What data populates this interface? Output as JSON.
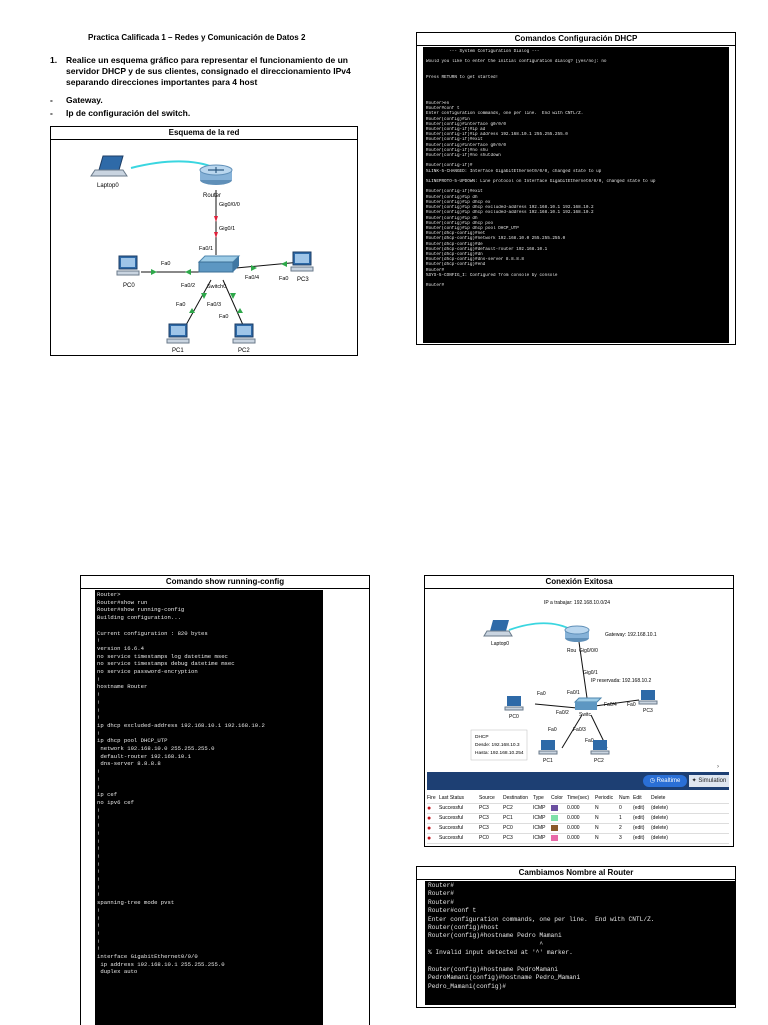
{
  "practice": {
    "title": "Practica Calificada 1 – Redes y Comunicación de Datos 2",
    "num": "1.",
    "q_lines": [
      "Realice un esquema gráfico para representar el funcionamiento de un",
      "servidor DHCP y de sus clientes, consignado el direccionamiento IPv4",
      "separando direcciones importantes para 4 host"
    ],
    "bullets": [
      "Gateway.",
      "Ip de configuración del switch."
    ],
    "dash": "-"
  },
  "panels": {
    "schema": "Esquema de la red",
    "dhcp": "Comandos Configuración DHCP",
    "running": "Comando show running-config",
    "success": "Conexión Exitosa",
    "rename": "Cambiamos Nombre al Router"
  },
  "network": {
    "laptop": "Laptop0",
    "router": "Router",
    "gig000": "Gig0/0/0",
    "gig01": "Gig0/1",
    "fa01": "Fa0/1",
    "fa02": "Fa0/2",
    "fa03": "Fa0/3",
    "fa04": "Fa0/4",
    "switch": "Switch0",
    "fa0": "Fa0",
    "pc0": "PC0",
    "pc1": "PC1",
    "pc2": "PC2",
    "pc3": "PC3"
  },
  "success_net": {
    "ip_label": "IP a trabajar: 192.168.10.0/24",
    "gateway": "Gateway: 192.168.10.1",
    "reserved": "IP reservada: 192.168.10.2",
    "dhcp": "DHCP",
    "from": "Desde: 192.168.10.3",
    "to": "Hasta: 192.168.10.254",
    "router_short": "Rou",
    "switch_short": "Switc",
    "realtime": "Realtime",
    "simulation": "Simulation",
    "headers": [
      "Fire",
      "Last Status",
      "Source",
      "Destination",
      "Type",
      "Color",
      "Time(sec)",
      "Periodic",
      "Num",
      "Edit",
      "Delete"
    ],
    "rows": [
      {
        "status": "Successful",
        "src": "PC3",
        "dst": "PC2",
        "type": "ICMP",
        "color": "#6b4fa0",
        "time": "0.000",
        "periodic": "N",
        "num": "0",
        "edit": "(edit)",
        "del": "(delete)"
      },
      {
        "status": "Successful",
        "src": "PC3",
        "dst": "PC1",
        "type": "ICMP",
        "color": "#7fe0a8",
        "time": "0.000",
        "periodic": "N",
        "num": "1",
        "edit": "(edit)",
        "del": "(delete)"
      },
      {
        "status": "Successful",
        "src": "PC3",
        "dst": "PC0",
        "type": "ICMP",
        "color": "#8a5a2a",
        "time": "0.000",
        "periodic": "N",
        "num": "2",
        "edit": "(edit)",
        "del": "(delete)"
      },
      {
        "status": "Successful",
        "src": "PC0",
        "dst": "PC3",
        "type": "ICMP",
        "color": "#e86aa8",
        "time": "0.000",
        "periodic": "N",
        "num": "3",
        "edit": "(edit)",
        "del": "(delete)"
      }
    ]
  },
  "terminal_dhcp": [
    "         --- System Configuration Dialog ---",
    "",
    "Would you like to enter the initial configuration dialog? [yes/no]: no",
    "",
    "",
    "Press RETURN to get started!",
    "",
    "",
    "",
    "",
    "Router>en",
    "Router#conf t",
    "Enter configuration commands, one per line.  End with CNTL/Z.",
    "Router(config)#in",
    "Router(config)#interface g0/0/0",
    "Router(config-if)#ip ad",
    "Router(config-if)#ip address 192.168.10.1 255.255.255.0",
    "Router(config-if)#exit",
    "Router(config)#interface g0/0/0",
    "Router(config-if)#no shu",
    "Router(config-if)#no shutdown",
    "",
    "Router(config-if)#",
    "%LINK-5-CHANGED: Interface GigabitEthernet0/0/0, changed state to up",
    "",
    "%LINEPROTO-5-UPDOWN: Line protocol on Interface GigabitEthernet0/0/0, changed state to up",
    "",
    "Router(config-if)#exit",
    "Router(config)#ip dh",
    "Router(config)#ip dhcp ex",
    "Router(config)#ip dhcp excluded-address 192.168.10.1 192.168.10.2",
    "Router(config)#ip dhcp excluded-address 192.168.10.1 192.168.10.2",
    "Router(config)#ip dh",
    "Router(config)#ip dhcp poo",
    "Router(config)#ip dhcp pool DHCP_UTP",
    "Router(dhcp-config)#net",
    "Router(dhcp-config)#network 192.168.10.0 255.255.255.0",
    "Router(dhcp-config)#de",
    "Router(dhcp-config)#default-router 192.168.10.1",
    "Router(dhcp-config)#dn",
    "Router(dhcp-config)#dns-server 8.8.8.8",
    "Router(dhcp-config)#end",
    "Router#",
    "%SYS-5-CONFIG_I: Configured from console by console",
    "",
    "Router#"
  ],
  "terminal_running": [
    "Router>",
    "Router#show run",
    "Router#show running-config",
    "Building configuration...",
    "",
    "Current configuration : 820 bytes",
    "!",
    "version 16.6.4",
    "no service timestamps log datetime msec",
    "no service timestamps debug datetime msec",
    "no service password-encryption",
    "!",
    "hostname Router",
    "!",
    "!",
    "!",
    "!",
    "ip dhcp excluded-address 192.168.10.1 192.168.10.2",
    "!",
    "ip dhcp pool DHCP_UTP",
    " network 192.168.10.0 255.255.255.0",
    " default-router 192.168.10.1",
    " dns-server 8.8.8.8",
    "!",
    "!",
    "!",
    "ip cef",
    "no ipv6 cef",
    "!",
    "!",
    "!",
    "!",
    "!",
    "!",
    "!",
    "!",
    "!",
    "!",
    "!",
    "!",
    "spanning-tree mode pvst",
    "!",
    "!",
    "!",
    "!",
    "!",
    "!",
    "interface GigabitEthernet0/0/0",
    " ip address 192.168.10.1 255.255.255.0",
    " duplex auto"
  ],
  "terminal_rename": [
    "Router#",
    "Router#",
    "Router#",
    "Router#conf t",
    "Enter configuration commands, one per line.  End with CNTL/Z.",
    "Router(config)#host",
    "Router(config)#hostname Pedro Mamani",
    "                              ^",
    "% Invalid input detected at '^' marker.",
    "",
    "Router(config)#hostname PedroMamani",
    "PedroMamani(config)#hostname Pedro_Mamani",
    "Pedro_Mamani(config)#"
  ]
}
